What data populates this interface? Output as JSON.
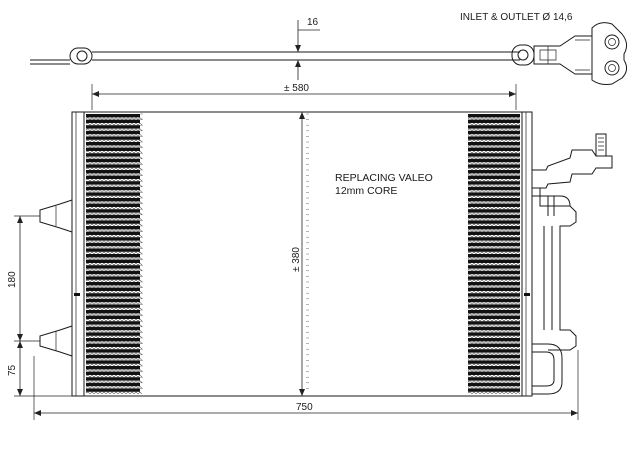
{
  "labels": {
    "inlet_outlet": "INLET & OUTLET Ø 14,6",
    "pipe_offset": "16",
    "width_core": "± 580",
    "height_core": "± 380",
    "overall_width": "750",
    "port_spacing": "180",
    "port_bottom": "75",
    "note_line1": "REPLACING VALEO",
    "note_line2": "12mm CORE"
  },
  "colors": {
    "line": "#1a1a1a",
    "fin": "#111111",
    "background": "#ffffff"
  }
}
